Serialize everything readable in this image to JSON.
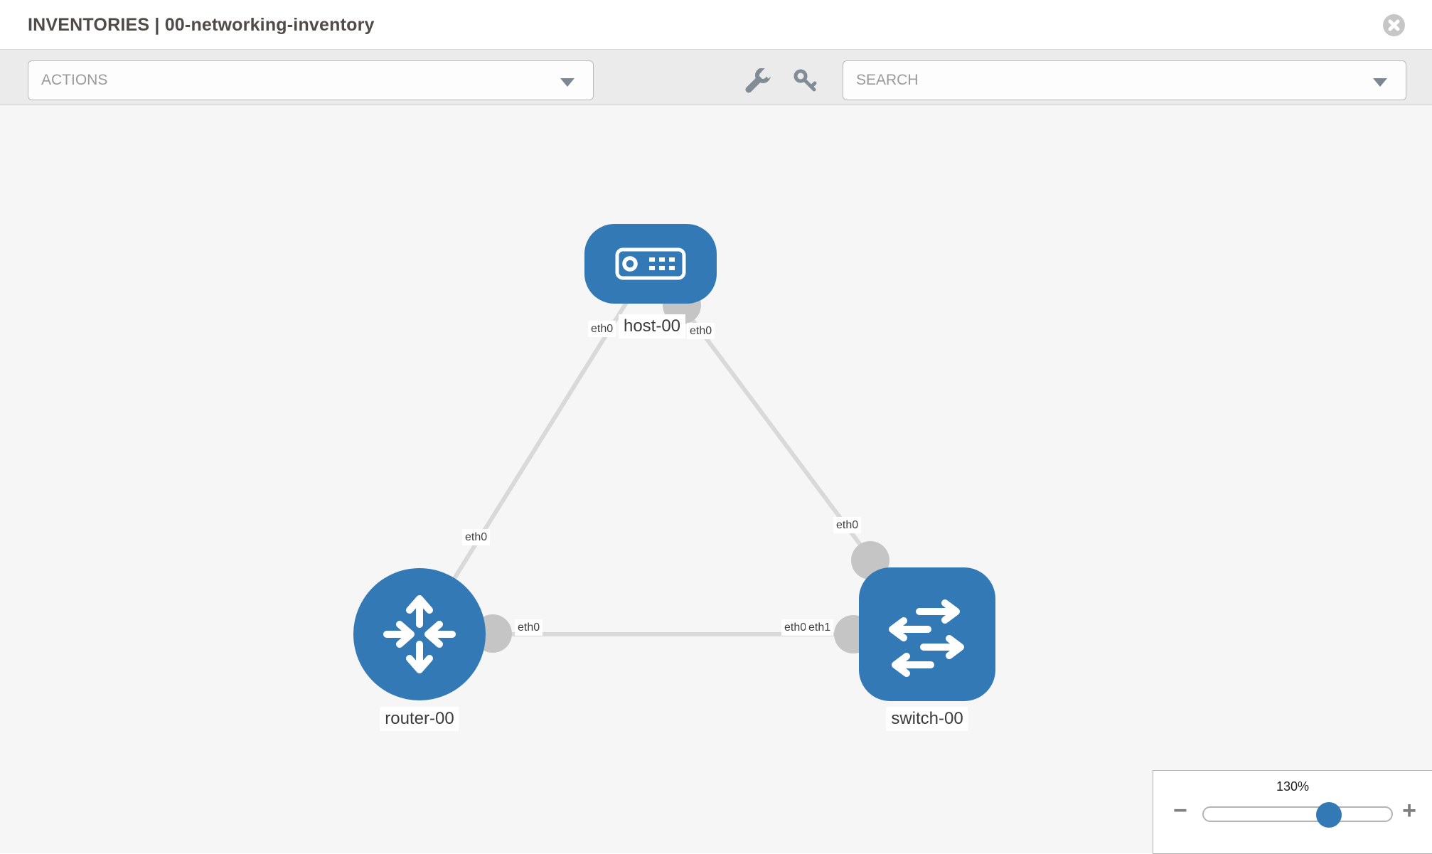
{
  "header": {
    "title": "INVENTORIES | 00-networking-inventory",
    "close_icon": "circle-x"
  },
  "toolbar": {
    "actions_placeholder": "ACTIONS",
    "search_placeholder": "SEARCH",
    "icons": [
      "wrench-icon",
      "key-icon"
    ]
  },
  "topology": {
    "nodes": [
      {
        "name": "host-00",
        "type": "host"
      },
      {
        "name": "router-00",
        "type": "router"
      },
      {
        "name": "switch-00",
        "type": "switch"
      }
    ],
    "links": [
      {
        "source": "router-00",
        "target": "host-00",
        "source_interface": "eth0",
        "target_interface": "eth0"
      },
      {
        "source": "host-00",
        "target": "switch-00",
        "source_interface": "eth0",
        "target_interface": "eth0"
      },
      {
        "source": "router-00",
        "target": "switch-00",
        "source_interface": "eth0",
        "target_interface": "eth1",
        "occluded_interface_label": "eth0"
      }
    ]
  },
  "zoom_control": {
    "level": "130%",
    "minus_label": "−",
    "plus_label": "+"
  },
  "colors": {
    "node_blue": "#3379b5",
    "link_gray": "#d9d9d9",
    "endpoint_gray": "#c5c5c5",
    "toolbar_bg": "#ebebeb",
    "canvas_bg": "#f6f6f6",
    "icon_gray": "#818c96"
  }
}
